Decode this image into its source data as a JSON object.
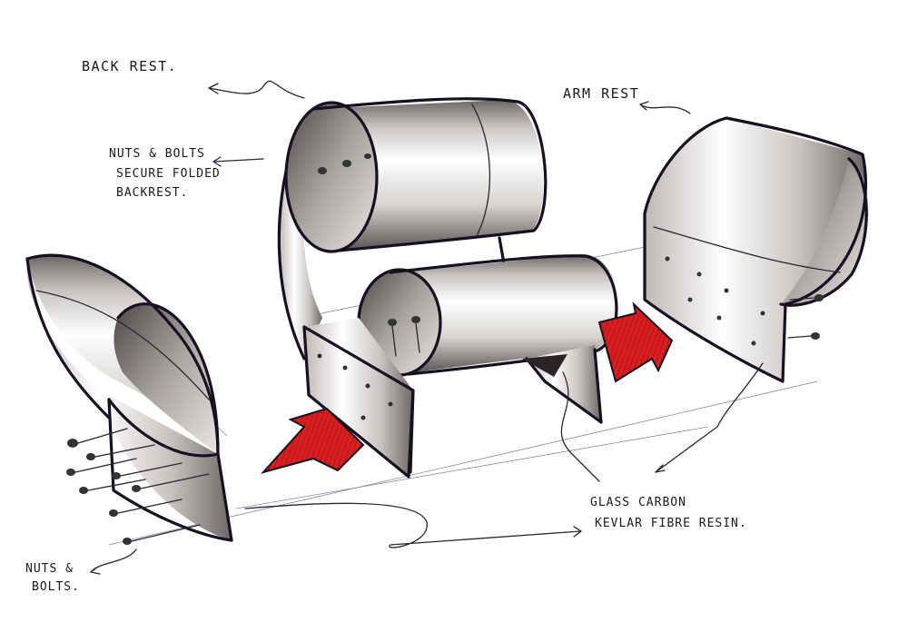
{
  "labels": {
    "back_rest": "BACK REST.",
    "nuts_line1": "NUTS & BOLTS",
    "nuts_line2": "SECURE FOLDED",
    "nuts_line3": "BACKREST.",
    "arm_rest": "ARM REST",
    "material_line1": "GLASS CARBON",
    "material_line2": "KEVLAR FIBRE RESIN.",
    "bottom_nuts_line1": "NUTS &",
    "bottom_nuts_line2": "BOLTS."
  },
  "colors": {
    "ink": "#161020",
    "accent_red": "#d81e1e",
    "metal_light": "#f2f2f2",
    "metal_dark": "#5a5654"
  },
  "icons": [
    "arrow-red-icon",
    "bolt-icon",
    "squiggle-leader-icon"
  ]
}
